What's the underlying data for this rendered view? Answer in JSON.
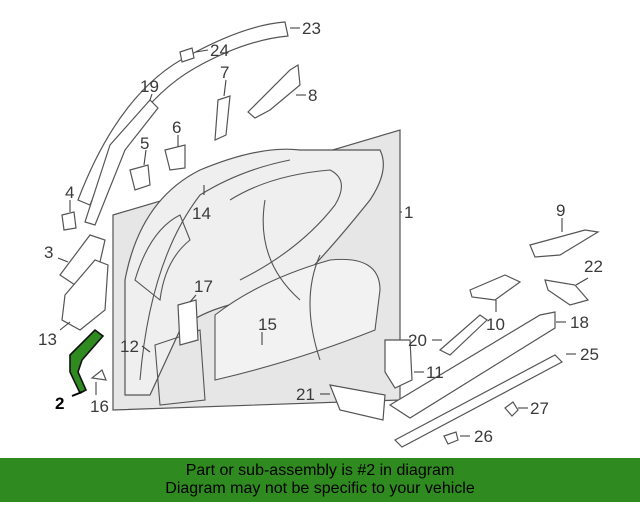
{
  "callouts": {
    "c1": "1",
    "c2": "2",
    "c3": "3",
    "c4": "4",
    "c5": "5",
    "c6": "6",
    "c7": "7",
    "c8": "8",
    "c9": "9",
    "c10": "10",
    "c11": "11",
    "c12": "12",
    "c13": "13",
    "c14": "14",
    "c15": "15",
    "c16": "16",
    "c17": "17",
    "c18": "18",
    "c19": "19",
    "c20": "20",
    "c21": "21",
    "c22": "22",
    "c23": "23",
    "c24": "24",
    "c25": "25",
    "c26": "26",
    "c27": "27"
  },
  "highlighted_part": "2",
  "colors": {
    "banner_bg": "#2f8a1f",
    "highlight": "#1f6b14",
    "line": "#555555"
  },
  "banner": {
    "line1": "Part or sub-assembly is #2 in diagram",
    "line2": "Diagram may not be specific to your vehicle"
  }
}
